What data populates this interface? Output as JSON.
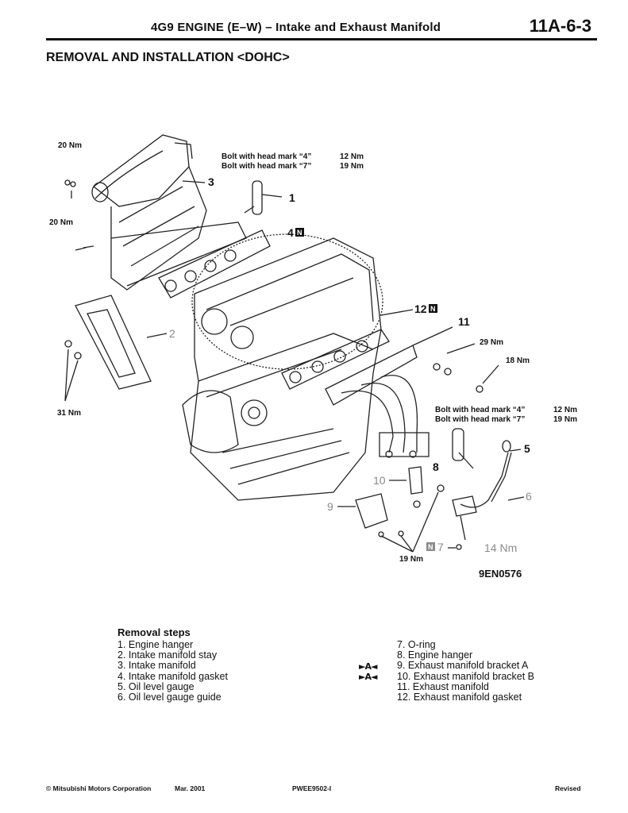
{
  "header": {
    "title": "4G9 ENGINE (E–W) – Intake and Exhaust Manifold",
    "page_number": "11A-6-3"
  },
  "section_title": "REMOVAL AND INSTALLATION <DOHC>",
  "diagram": {
    "figure_code": "9EN0576",
    "torques": {
      "t20a": "20 Nm",
      "t20b": "20 Nm",
      "t31": "31 Nm",
      "t29": "29 Nm",
      "t18": "18 Nm",
      "t19": "19 Nm",
      "t14": "14 Nm"
    },
    "bolt_spec_top": [
      {
        "text": "Bolt with head mark “4”",
        "torque": "12 Nm"
      },
      {
        "text": "Bolt with head mark “7”",
        "torque": "19 Nm"
      }
    ],
    "bolt_spec_right": [
      {
        "text": "Bolt with head mark “4”",
        "torque": "12 Nm"
      },
      {
        "text": "Bolt with head mark “7”",
        "torque": "19 Nm"
      }
    ],
    "callouts": {
      "c1": "1",
      "c2": "2",
      "c3": "3",
      "c4": "4",
      "c5": "5",
      "c6": "6",
      "c7": "7",
      "c8": "8",
      "c9": "9",
      "c10": "10",
      "c11": "11",
      "c12": "12",
      "n_mark": "N"
    }
  },
  "removal": {
    "heading": "Removal steps",
    "left": [
      "1. Engine hanger",
      "2. Intake manifold stay",
      "3. Intake manifold",
      "4. Intake manifold gasket",
      "5. Oil level gauge",
      "6. Oil level gauge guide"
    ],
    "right": [
      "7. O-ring",
      "8. Engine hanger",
      "9. Exhaust manifold bracket A",
      "10. Exhaust manifold bracket B",
      "11. Exhaust manifold",
      "12. Exhaust manifold gasket"
    ],
    "marker": "►A◄"
  },
  "footer": {
    "copyright": "© Mitsubishi Motors Corporation",
    "date": "Mar. 2001",
    "code": "PWEE9502-I",
    "status": "Revised"
  }
}
